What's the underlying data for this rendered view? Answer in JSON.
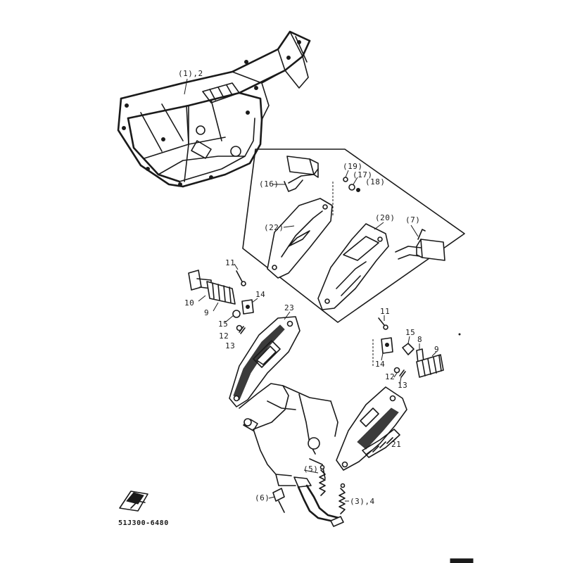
{
  "diagram": {
    "figure_code": "51J300-6480",
    "callouts": {
      "frame": "(1),2",
      "footrest_bracket_left": "23",
      "footrest_bracket_right": "21",
      "footrest_bracket_alt_right": "(20)",
      "footrest_bracket_alt_left": "(22)",
      "rear_foot_peg_alt_right": "(7)",
      "rear_foot_peg_alt_left": "(16)",
      "washer_alt": "(19)",
      "nut_alt": "(17)",
      "pin_alt": "(18)",
      "spring_alt": "(5)",
      "sidestand_bolt": "(6)",
      "sidestand": "(3),4",
      "left_pin": "11",
      "left_peg_shaft": "10",
      "left_rubber": "9",
      "left_holder": "14",
      "left_washer": "15",
      "left_clip": "12",
      "left_cotter": "13",
      "right_pin": "11",
      "right_washer": "15",
      "right_shaft": "8",
      "right_rubber": "9",
      "right_holder": "14",
      "right_clip": "12",
      "right_cotter": "13"
    }
  }
}
